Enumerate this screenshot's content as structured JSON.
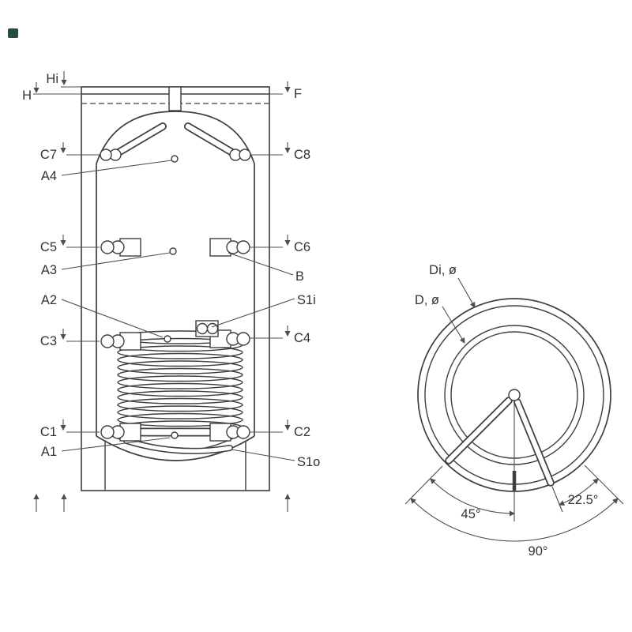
{
  "drawing": {
    "front_labels": {
      "h": "H",
      "hi": "Hi",
      "f": "F",
      "c7": "C7",
      "a4": "A4",
      "c8": "C8",
      "c5": "C5",
      "a3": "A3",
      "c6": "C6",
      "b": "B",
      "a2": "A2",
      "s1i": "S1i",
      "c3": "C3",
      "c4": "C4",
      "c1": "C1",
      "a1": "A1",
      "c2": "C2",
      "s1o": "S1o"
    },
    "top_labels": {
      "di": "Di, ø",
      "d": "D, ø",
      "angle_left": "45°",
      "angle_right": "22.5°",
      "angle_total": "90°"
    },
    "colors": {
      "line": "#3e3e3e",
      "leader": "#4d4d4d",
      "text": "#333333",
      "background": "#ffffff",
      "corner": "#274e44"
    }
  }
}
